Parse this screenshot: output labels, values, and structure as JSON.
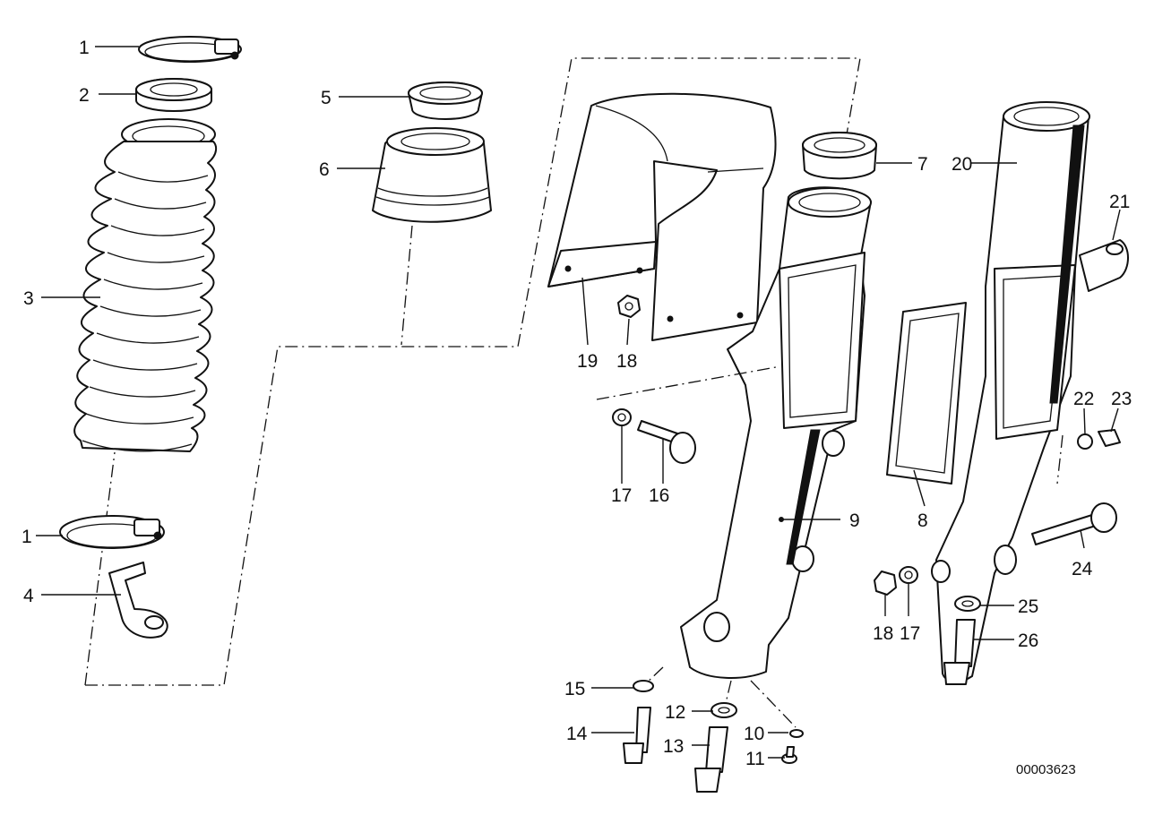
{
  "diagram": {
    "callouts": {
      "p1a": "1",
      "p1b": "1",
      "p2": "2",
      "p3": "3",
      "p4": "4",
      "p5": "5",
      "p6": "6",
      "p7": "7",
      "p8": "8",
      "p9": "9",
      "p10": "10",
      "p11": "11",
      "p12": "12",
      "p13": "13",
      "p14": "14",
      "p15": "15",
      "p16": "16",
      "p17a": "17",
      "p17b": "17",
      "p18a": "18",
      "p18b": "18",
      "p19": "19",
      "p20": "20",
      "p21": "21",
      "p22": "22",
      "p23": "23",
      "p24": "24",
      "p25": "25",
      "p26": "26"
    },
    "document_id": "00003623"
  }
}
